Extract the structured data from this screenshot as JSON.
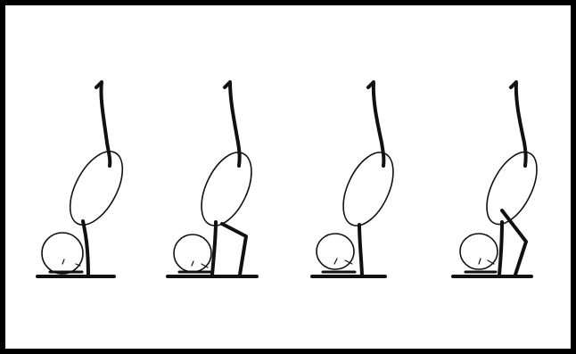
{
  "figure": {
    "panels": [
      {
        "id": "panel-1",
        "support_leg": false
      },
      {
        "id": "panel-2",
        "support_leg": true
      },
      {
        "id": "panel-3",
        "support_leg": false
      },
      {
        "id": "panel-4",
        "support_leg": true
      }
    ]
  },
  "colors": {
    "ink": "#111111",
    "border": "#000000",
    "background": "#ffffff"
  }
}
